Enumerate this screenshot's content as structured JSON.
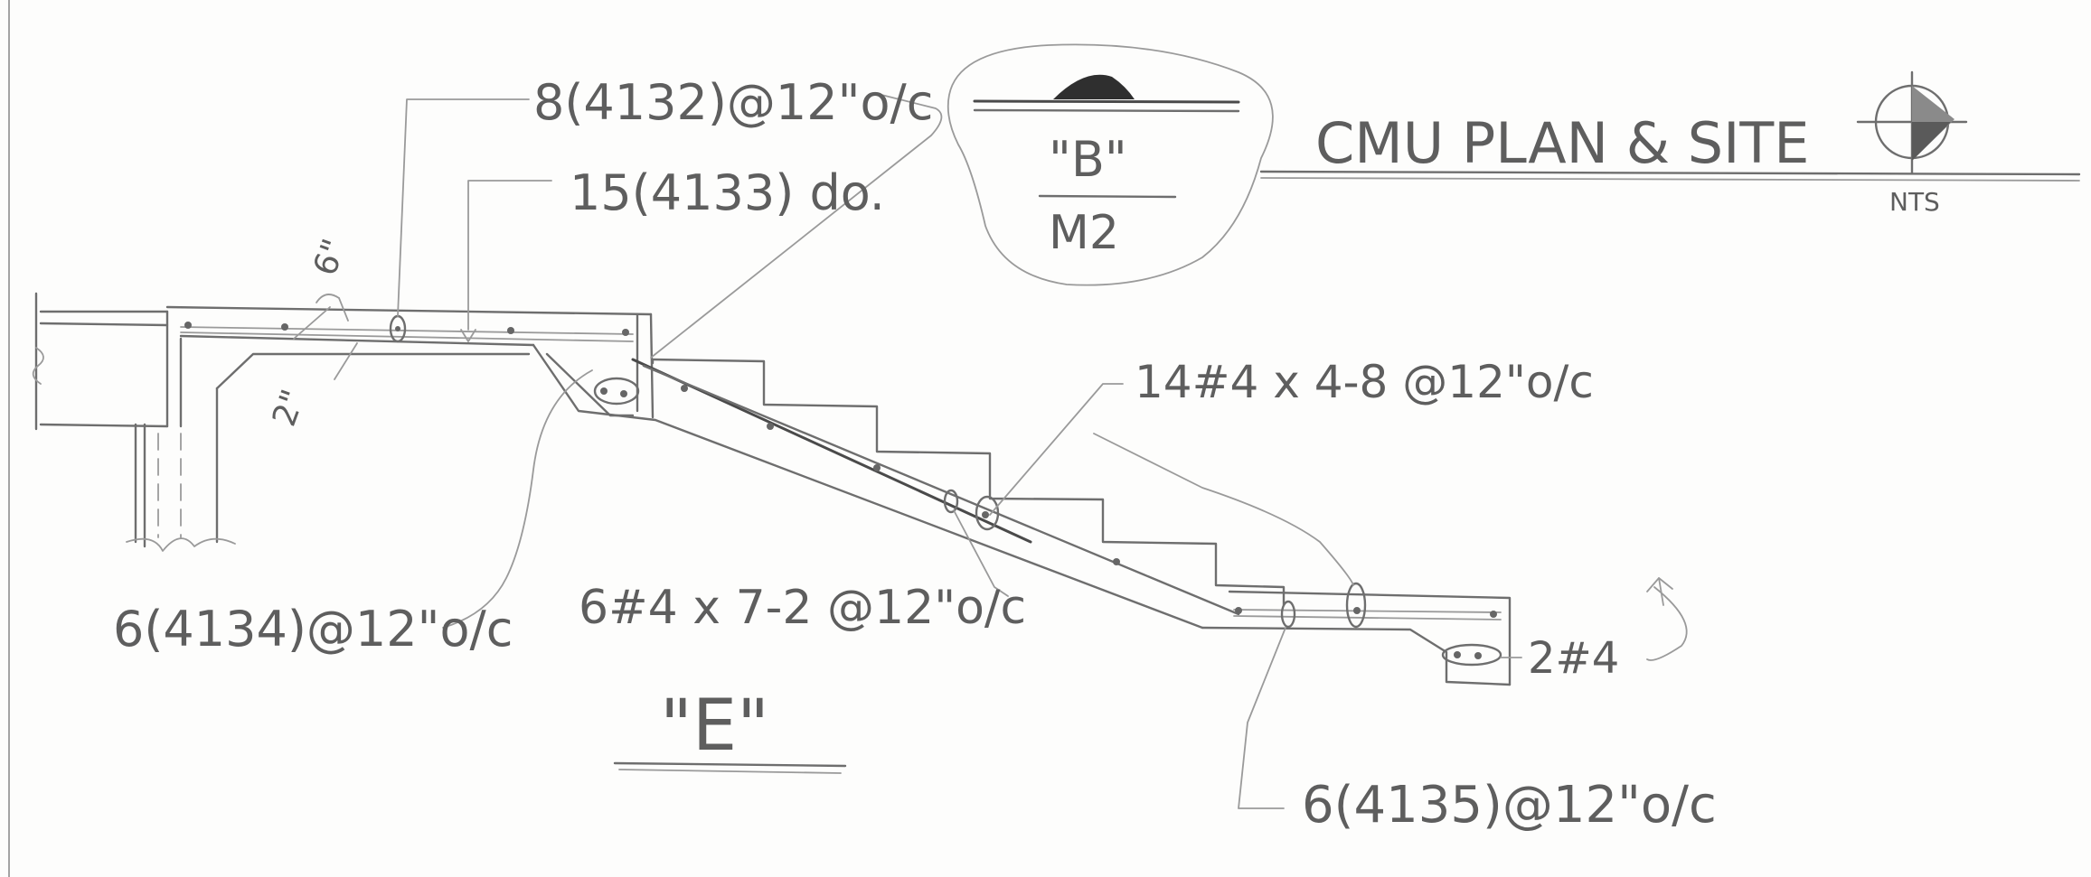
{
  "title": {
    "text": "CMU PLAN & SITE",
    "scale": "NTS"
  },
  "bubble": {
    "top": "\"B\"",
    "bottom": "M2"
  },
  "section_mark": "\"E\"",
  "callouts": {
    "top_bars": "8(4132)@12\"o/c",
    "slab_bars": "15(4133) do.",
    "landing_bars": "6(4134)@12\"o/c",
    "stair_long_bars": "6#4 x 7-2 @12\"o/c",
    "stair_cross_bars": "14#4 x 4-8 @12\"o/c",
    "bottom_landing_bars": "6(4135)@12\"o/c",
    "end_bars": "2#4"
  },
  "dimensions": {
    "top_dim": "6\"",
    "side_dim": "2\""
  }
}
